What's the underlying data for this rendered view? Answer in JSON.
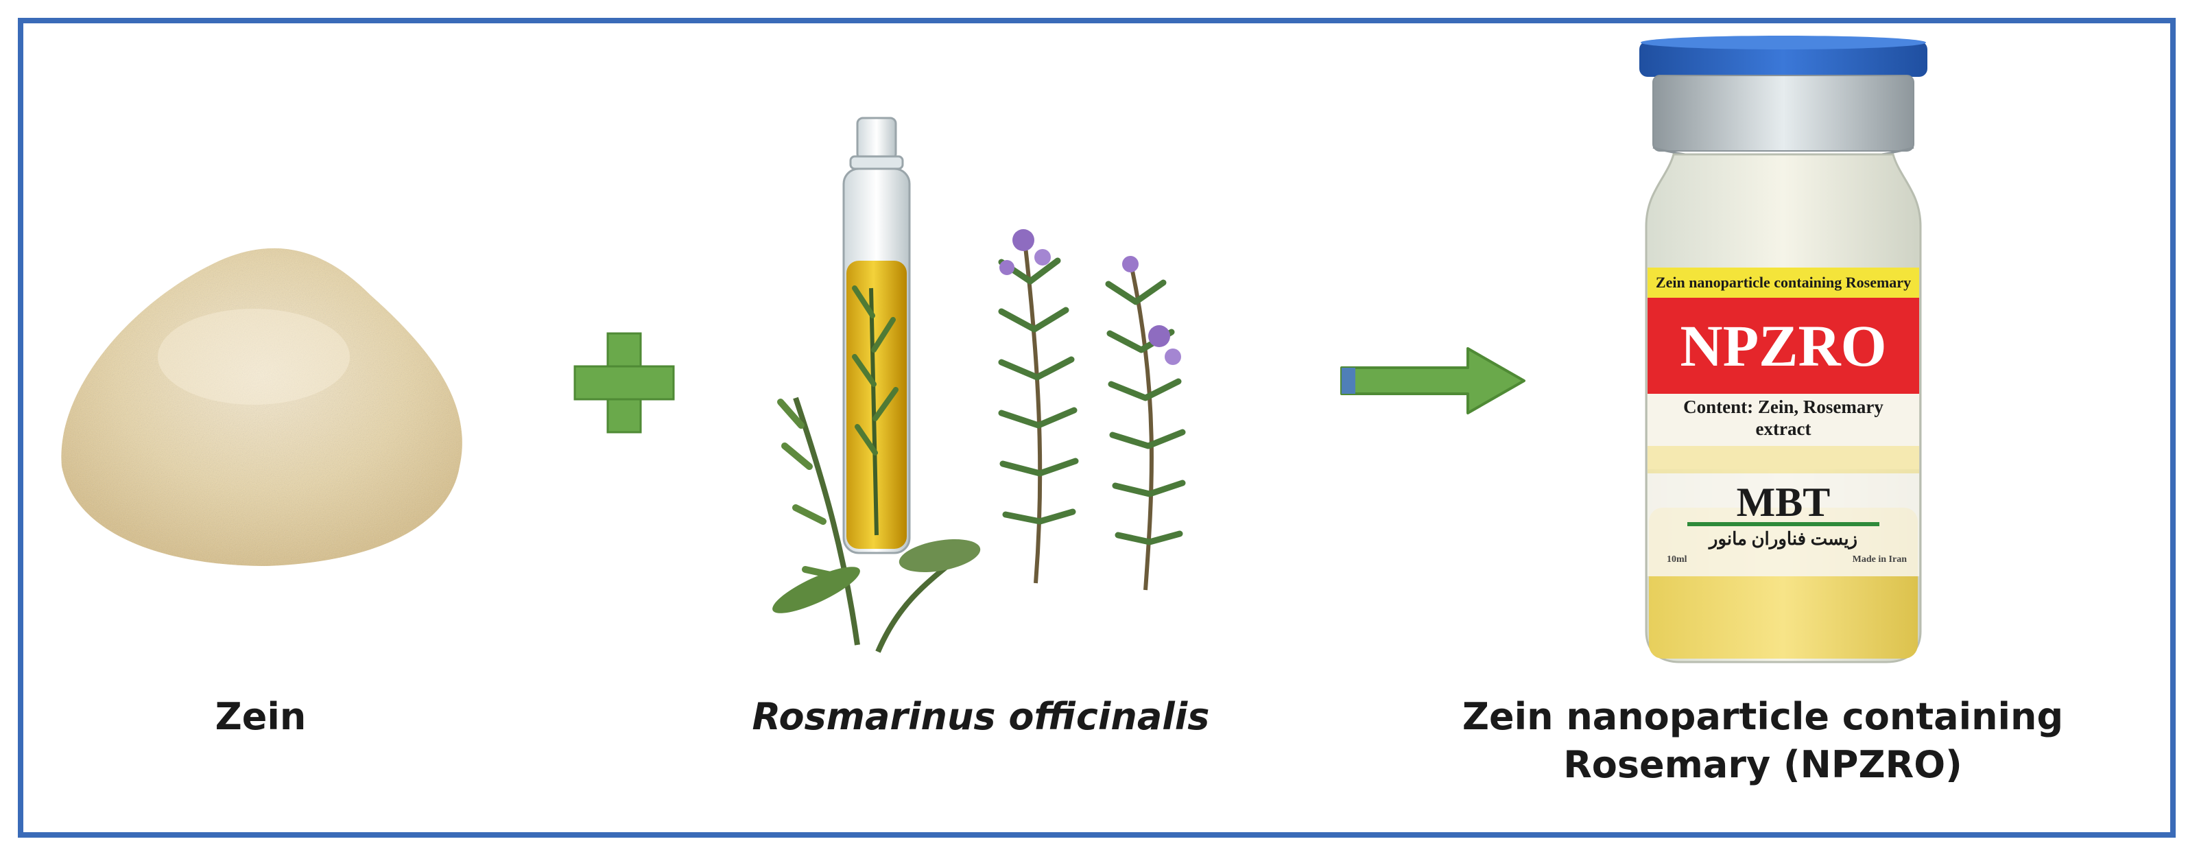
{
  "figure": {
    "border_color": "#3a6bb8",
    "arrow_color": "#6aa94b",
    "plus_color": "#6aa94b",
    "items": [
      {
        "caption": "Zein",
        "icon": "powder-pile-icon"
      },
      {
        "caption": "Rosmarinus officinalis",
        "icon": "rosemary-oil-bottle-icon"
      },
      {
        "caption_line1": "Zein nanoparticle containing",
        "caption_line2": "Rosemary (NPZRO)",
        "icon": "product-vial-icon"
      }
    ],
    "operator": "plus-icon",
    "connector": "arrow-right-icon"
  },
  "vial": {
    "top_band": "Zein nanoparticle containing Rosemary",
    "brand_label": "NPZRO",
    "content_line1": "Content: Zein, Rosemary",
    "content_line2": "extract",
    "maker": "MBT",
    "maker_script": "زیست فناوران مانور",
    "volume": "10ml",
    "made_in": "Made in Iran"
  }
}
